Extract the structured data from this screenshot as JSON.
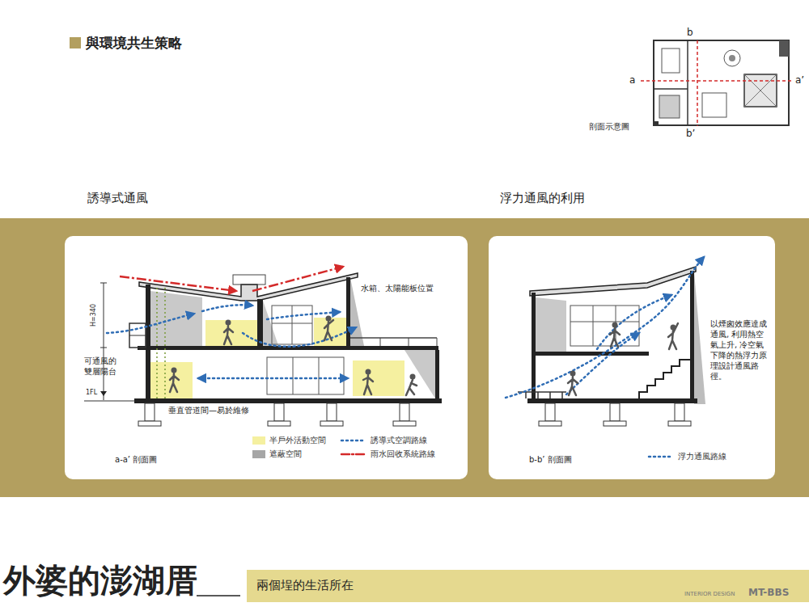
{
  "diagram": {
    "title": "與環境共生策略",
    "nodes": [
      {
        "text": [
          "a-a’ 剖面圖"
        ]
      },
      {
        "text": [
          "b-b’ 剖面圖"
        ]
      },
      {
        "text": [
          "兩個埕的生活所在"
        ]
      }
    ],
    "labels": [
      "誘導式通風",
      "浮力通風的利用",
      "剖面示意圖",
      "a",
      "a’",
      "b",
      "b’",
      "水箱、太陽能板位置",
      "可通風的雙層陽台",
      "垂直管道間—易於維修",
      "H=340",
      "1FL",
      "以煙囪效應達成通風, 利用熱空氣上升, 冷空氣下降的熱浮力原理設計通風路徑。",
      "外婆的澎湖厝",
      "INTERIOR DESIGN",
      "MT-BBS"
    ],
    "legend": [
      {
        "text": "半戶外活動空間",
        "color": "#f5f0a0"
      },
      {
        "text": "遮蔽空間",
        "color": "#a6a6a6"
      },
      {
        "text": "誘導式空調路線"
      },
      {
        "text": "雨水回收系統路線"
      },
      {
        "text": "浮力通風路線"
      }
    ]
  }
}
